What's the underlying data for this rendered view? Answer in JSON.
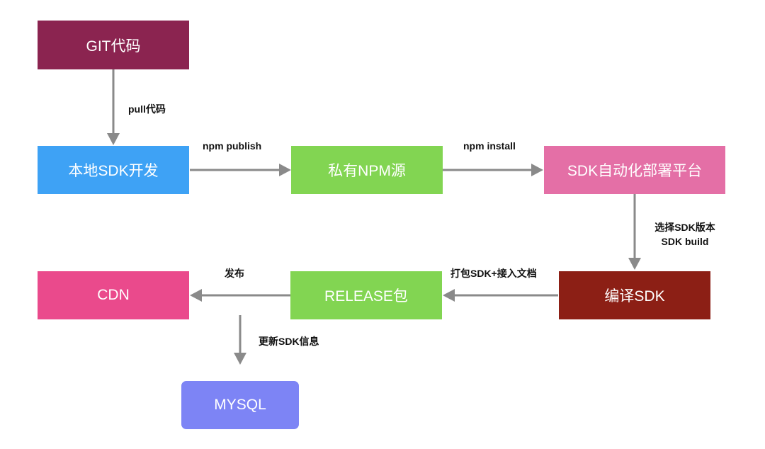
{
  "nodes": {
    "git": {
      "label": "GIT代码",
      "color": "#8b2450"
    },
    "local_sdk": {
      "label": "本地SDK开发",
      "color": "#3ea2f5"
    },
    "private_npm": {
      "label": "私有NPM源",
      "color": "#82d552"
    },
    "deploy_platform": {
      "label": "SDK自动化部署平台",
      "color": "#e46fa6"
    },
    "compile": {
      "label": "编译SDK",
      "color": "#8c1f15"
    },
    "release": {
      "label": "RELEASE包",
      "color": "#82d552"
    },
    "cdn": {
      "label": "CDN",
      "color": "#ea4a8c"
    },
    "mysql": {
      "label": "MYSQL",
      "color": "#7d84f5"
    }
  },
  "edges": {
    "pull": {
      "label": "pull代码"
    },
    "publish": {
      "label": "npm publish"
    },
    "install": {
      "label": "npm install"
    },
    "select": {
      "line1": "选择SDK版本",
      "line2": "SDK build"
    },
    "package": {
      "label": "打包SDK+接入文档"
    },
    "publish_cdn": {
      "label": "发布"
    },
    "update_db": {
      "label": "更新SDK信息"
    }
  },
  "arrow_color": "#8a8a8a"
}
